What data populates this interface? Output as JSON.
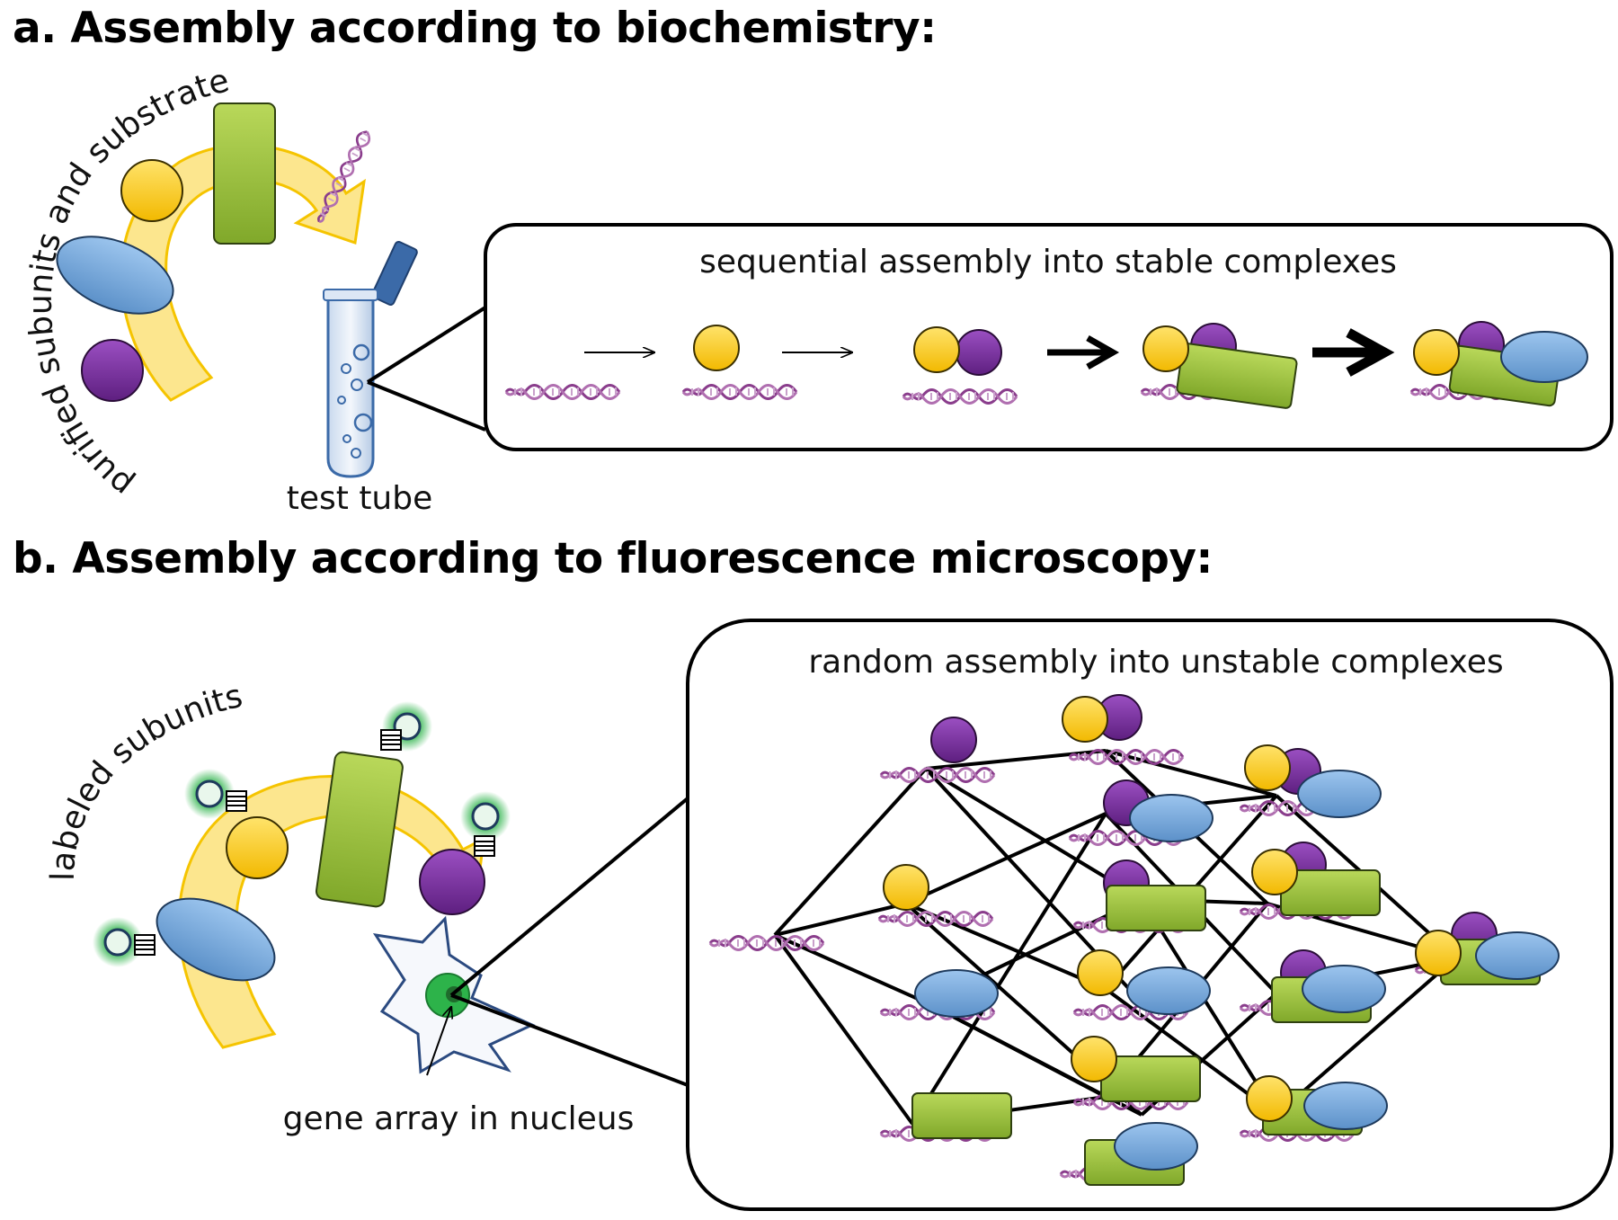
{
  "panel_a": {
    "title": "a. Assembly according to biochemistry:",
    "curved_label": "purified subunits and substrate",
    "test_tube_label": "test tube",
    "box_caption": "sequential assembly into stable complexes"
  },
  "panel_b": {
    "title": "b. Assembly according to fluorescence microscopy:",
    "curved_label": "labeled subunits",
    "nucleus_label": "gene array in nucleus",
    "box_caption": "random assembly into unstable complexes"
  },
  "colors": {
    "yellow_subunit": "#f5c400",
    "purple_subunit": "#7b2fa0",
    "blue_subunit": "#6fa4d8",
    "green_subunit": "#9cc13a",
    "arrow_fill": "#fbe27a",
    "dna": "#8a3d8c",
    "fluor_green": "#2db34a",
    "tube_blue": "#3b6aa8"
  },
  "icons": [
    "yellow-subunit-icon",
    "purple-subunit-icon",
    "blue-subunit-icon",
    "green-subunit-icon",
    "dna-icon",
    "test-tube-icon",
    "cell-icon",
    "fluorescent-label-icon"
  ]
}
